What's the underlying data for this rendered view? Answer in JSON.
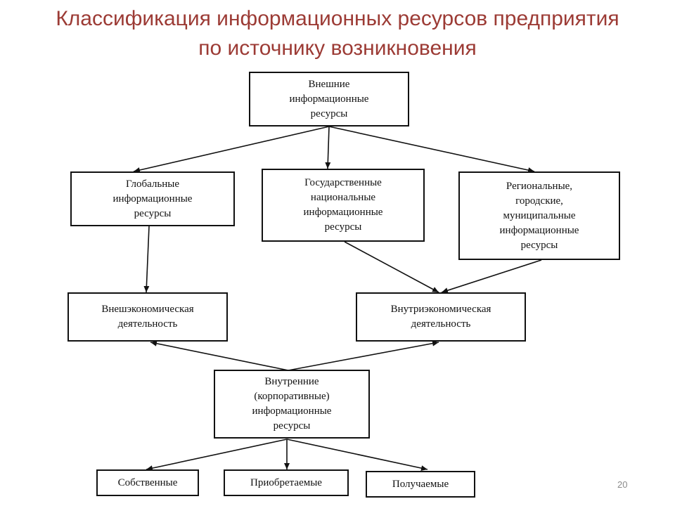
{
  "title": {
    "line1": "Классификация информационных ресурсов предприятия",
    "line2": "по источнику возникновения"
  },
  "nodes": {
    "external": [
      "Внешние",
      "информационные",
      "ресурсы"
    ],
    "global": [
      "Глобальные",
      "информационные",
      "ресурсы"
    ],
    "state": [
      "Государственные",
      "национальные",
      "информационные",
      "ресурсы"
    ],
    "regional": [
      "Региональные,",
      "городские,",
      "муниципальные",
      "информационные",
      "ресурсы"
    ],
    "extra_economic": [
      "Внешэкономическая",
      "деятельность"
    ],
    "intra_economic": [
      "Внутриэкономическая",
      "деятельность"
    ],
    "internal": [
      "Внутренние",
      "(корпоративные)",
      "информационные",
      "ресурсы"
    ],
    "own": [
      "Собственные"
    ],
    "acquired": [
      "Приобретаемые"
    ],
    "received": [
      "Получаемые"
    ]
  },
  "page_number": "20"
}
